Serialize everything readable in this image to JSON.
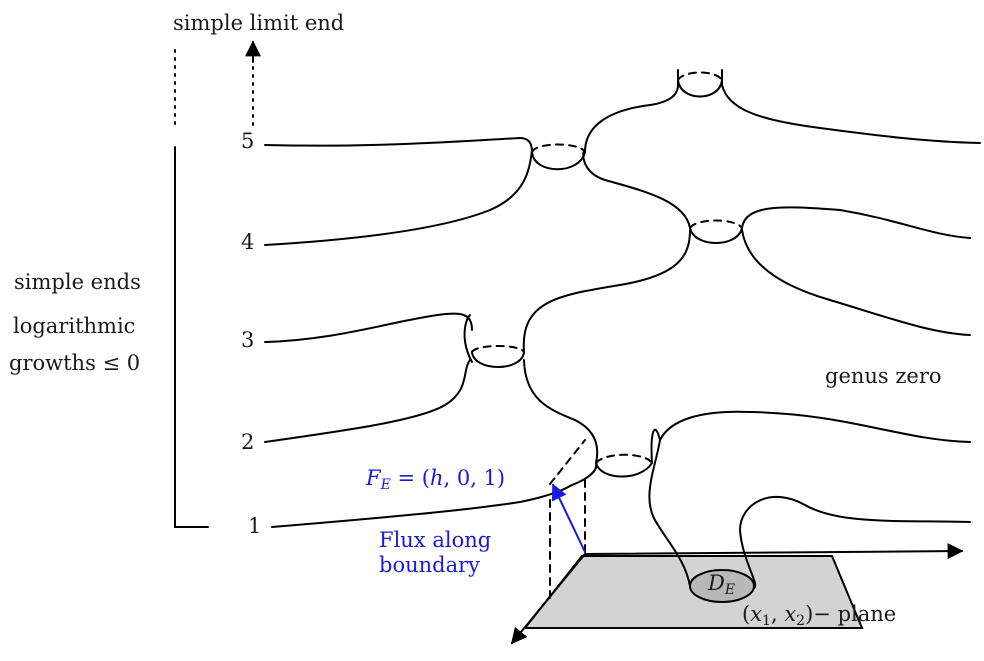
{
  "labels": {
    "top_title": "simple limit end",
    "left_line1": "simple ends",
    "left_line2": "logarithmic",
    "left_line3": "growths ≤ 0",
    "genus": "genus zero",
    "plane": "− plane",
    "flux_line1": "Flux along",
    "flux_line2": "boundary"
  },
  "flux_vector": {
    "name": "F",
    "sub": "E",
    "eq": " = (",
    "h": "h",
    "rest": ", 0, 1)"
  },
  "disk": {
    "name": "D",
    "sub": "E"
  },
  "plane_coords": {
    "open": "(",
    "x": "x",
    "sub1": "1",
    "comma": ", ",
    "x2": "x",
    "sub2": "2",
    "close": ")"
  },
  "end_numbers": [
    "1",
    "2",
    "3",
    "4",
    "5"
  ],
  "colors": {
    "ink": "#000000",
    "flux": "#1818e0",
    "plane_fill": "#d3d3d3",
    "disk_fill": "#b8b8b8"
  }
}
